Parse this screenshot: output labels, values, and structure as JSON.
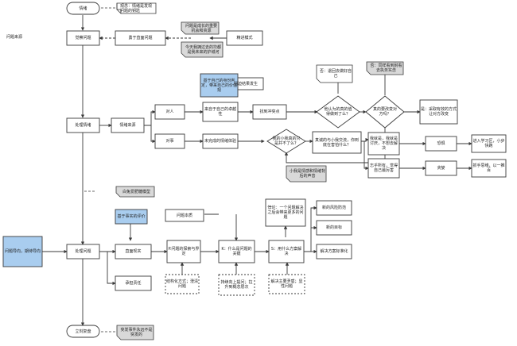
{
  "side_label": "问题来源",
  "nodes": {
    "emotion_top": "情绪",
    "emotion_note": "观念：情绪是发现问题的钥匙",
    "sense_problem": "觉察问题",
    "face_problem": "勇于直面问题",
    "growth_note": "问题是成长的重要机会和资源",
    "avoid_note": "今天我拥过去的坎都是我未来的护城河",
    "thinking_mode": "精进模式",
    "handle_emotion": "处理情绪",
    "emotion_source": "情绪来源",
    "person": "对人",
    "matter": "对事",
    "based_self_note": "基于自己的身份判定，带来自己的价值观",
    "forced_note": "强迫结果发生",
    "self_worth": "来自于自己的卓越性",
    "find_conflict": "找到冲突点",
    "unfinished": "未完成的情绪体验",
    "q_can_be_done": "我的小我真的只是并不了么？",
    "q_others_true": "他认为的真的值得做到了么？",
    "no_consider": "否：退回去做好自己",
    "q_really_change": "真的要改变对方吗？",
    "no_cost_note": "否：同样看到耐看去执务实念",
    "yes_change": "是：采取有效的方式让对方改变",
    "q_inner_voice": "真诚的与小我交流，你到底在害怕什么？",
    "small_self_note": "小我是情感和情绪背后的声音",
    "i_am_me": "我就是，我就是讨厌，不想去解决",
    "fear": "恐惧",
    "learn_area": "进入学习区，小步快跑",
    "want_all": "忘乎所有，觉得自己最厉害",
    "greed": "贪婪",
    "humble": "抓手思维，以一推百",
    "white_rabbit": "白兔爱肥糖模型",
    "handle_problem": "处理问题",
    "problem_from": "问题导向，期待导向",
    "based_fact_note": "基于事实的评价",
    "problem_nature": "问题本质",
    "face_reality": "直面现实",
    "explore_root": "P.问题的探索与界定",
    "key_crux": "K：什么是问题的关键",
    "solve_method": "S：用什么方案解决",
    "goal_note": "悖论：一个问题解决之后会带来更多的问题",
    "new_risk": "新的风险防范",
    "new_goal": "新的目标",
    "solve_plan": "解决方案标准化",
    "bear_duty": "承担责任",
    "structured": "结构化方式；澄清问题",
    "continuous": "持续向上提问；拉升到概念层次",
    "solve_reason": "解决主要矛盾；显性问题",
    "finish": "立刻复盘",
    "finish_note": "突发事件永远不是突发的"
  },
  "colors": {
    "line": "#3a3a3a",
    "box_stroke": "#3a3a3a",
    "fill": "#ffffff",
    "blue_fill": "#a9cdef",
    "note_fill": "#d9d9d9"
  }
}
